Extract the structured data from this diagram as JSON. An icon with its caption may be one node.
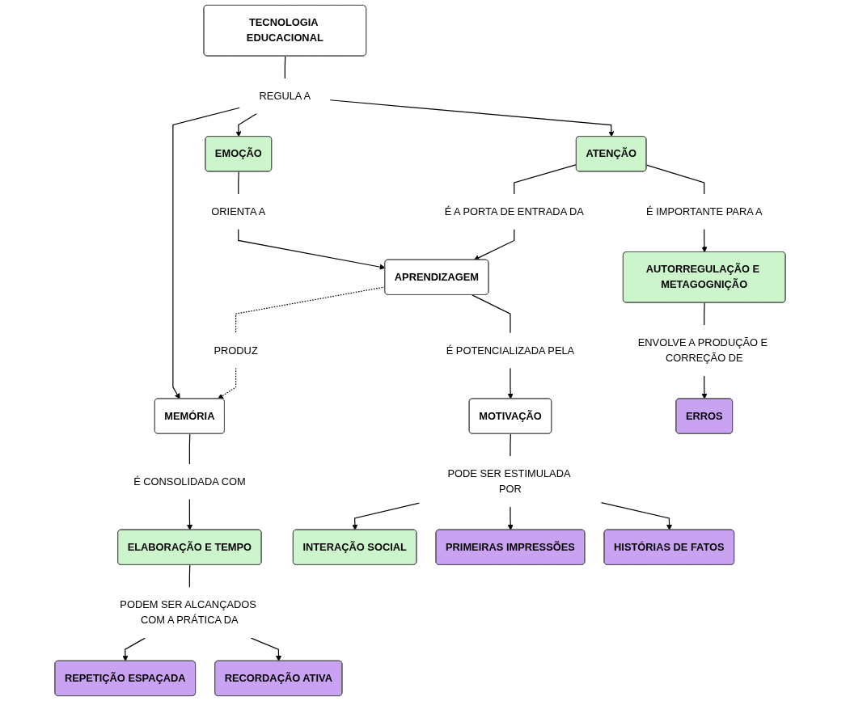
{
  "diagram": {
    "nodes": [
      {
        "text": [
          "TECNOLOGIA EDUCACIONAL"
        ]
      },
      {
        "text": [
          "REGULA A"
        ]
      },
      {
        "text": [
          "EMOÇÃO"
        ]
      },
      {
        "text": [
          "ATENÇÃO"
        ]
      },
      {
        "text": [
          "MEMÓRIA"
        ]
      },
      {
        "text": [
          "ORIENTA A"
        ]
      },
      {
        "text": [
          "É A PORTA DE ENTRADA DA"
        ]
      },
      {
        "text": [
          "É IMPORTANTE PARA A"
        ]
      },
      {
        "text": [
          "PRODUZ"
        ]
      },
      {
        "text": [
          "É CONSOLIDADA COM"
        ]
      },
      {
        "text": [
          "APRENDIZAGEM"
        ]
      },
      {
        "text": [
          "AUTORREGULAÇÃO E METAGOGNIÇÃO"
        ]
      },
      {
        "text": [
          "ELABORAÇÃO E TEMPO"
        ]
      },
      {
        "text": [
          "É POTENCIALIZADA PELA"
        ]
      },
      {
        "text": [
          "ENVOLVE A PRODUÇÃO E CORREÇÃO DE"
        ]
      },
      {
        "text": [
          "PODEM SER ALCANÇADOS COM A PRÁTICA DA"
        ]
      },
      {
        "text": [
          "MOTIVAÇÃO"
        ]
      },
      {
        "text": [
          "ERROS"
        ]
      },
      {
        "text": [
          "REPETIÇÃO ESPAÇADA"
        ]
      },
      {
        "text": [
          "RECORDAÇÃO ATIVA"
        ]
      },
      {
        "text": [
          "PODE SER ESTIMULADA POR"
        ]
      },
      {
        "text": [
          "INTERAÇÃO SOCIAL"
        ]
      },
      {
        "text": [
          "PRIMEIRAS IMPRESSÕES"
        ]
      },
      {
        "text": [
          "HISTÓRIAS DE FATOS"
        ]
      }
    ],
    "edges": [
      {
        "from": 0,
        "to": 1,
        "arrow": "none"
      },
      {
        "from": 1,
        "to": 2,
        "arrow": "to"
      },
      {
        "from": 1,
        "to": 3,
        "arrow": "to"
      },
      {
        "from": 1,
        "to": 4,
        "arrow": "to"
      },
      {
        "from": 2,
        "to": 5,
        "arrow": "none"
      },
      {
        "from": 5,
        "to": 10,
        "arrow": "to"
      },
      {
        "from": 3,
        "to": 6,
        "arrow": "none"
      },
      {
        "from": 6,
        "to": 10,
        "arrow": "to"
      },
      {
        "from": 3,
        "to": 7,
        "arrow": "none"
      },
      {
        "from": 7,
        "to": 11,
        "arrow": "to"
      },
      {
        "from": 10,
        "to": 8,
        "arrow": "none",
        "style": "dashed"
      },
      {
        "from": 8,
        "to": 4,
        "arrow": "to",
        "style": "dashed"
      },
      {
        "from": 4,
        "to": 9,
        "arrow": "none"
      },
      {
        "from": 9,
        "to": 12,
        "arrow": "to"
      },
      {
        "from": 10,
        "to": 13,
        "arrow": "none"
      },
      {
        "from": 13,
        "to": 16,
        "arrow": "to"
      },
      {
        "from": 11,
        "to": 14,
        "arrow": "none"
      },
      {
        "from": 14,
        "to": 17,
        "arrow": "to"
      },
      {
        "from": 12,
        "to": 15,
        "arrow": "none"
      },
      {
        "from": 15,
        "to": 18,
        "arrow": "to"
      },
      {
        "from": 15,
        "to": 19,
        "arrow": "to"
      },
      {
        "from": 16,
        "to": 20,
        "arrow": "none"
      },
      {
        "from": 20,
        "to": 21,
        "arrow": "to"
      },
      {
        "from": 20,
        "to": 22,
        "arrow": "to"
      },
      {
        "from": 20,
        "to": 23,
        "arrow": "to"
      }
    ]
  }
}
